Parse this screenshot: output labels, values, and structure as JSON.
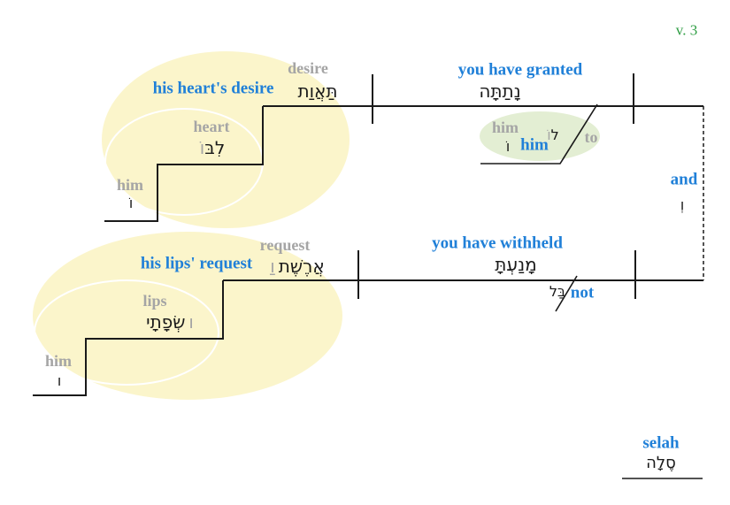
{
  "verse_ref": "v. 3",
  "colors": {
    "gloss_blue": "#2080d8",
    "verse_green": "#2f9e44",
    "word_gray": "#a5a5a5",
    "highlight_yellow": "#fbf5cb",
    "highlight_green": "#e3eed3",
    "line_black": "#1a1a1a"
  },
  "clause1": {
    "verb_gloss": "you have granted",
    "verb_hebrew": "נָתַתָּה",
    "subject_phrase_gloss": "his heart's desire",
    "head_gloss": "desire",
    "head_hebrew": "תַּאֲוַת",
    "genitive_gloss": "heart",
    "genitive_hebrew": "לִבּ",
    "genitive_suffix": "וֹ",
    "possessor_gloss": "him",
    "possessor_hebrew": "וֹ",
    "adjunct": {
      "surface_gloss": "him",
      "prep_hebrew": "ל",
      "prep_suffix": "וֹ",
      "prep_gloss": "to",
      "object_hebrew": "וֹ",
      "object_gloss": "him"
    }
  },
  "conjunction": {
    "gloss": "and",
    "hebrew": "וְ"
  },
  "clause2": {
    "verb_gloss": "you have withheld",
    "verb_hebrew": "מָנַעְתָּ",
    "negation_hebrew": "בַּל",
    "negation_gloss": "not",
    "object_phrase_gloss": "his lips' request",
    "head_gloss": "request",
    "head_prefix": "וַ",
    "head_hebrew": "אֲרֶשֶׁת",
    "genitive_gloss": "lips",
    "genitive_hebrew": "שְׂפָתָי",
    "genitive_suffix": "ו",
    "possessor_gloss": "him",
    "possessor_hebrew": "ו"
  },
  "selah": {
    "gloss": "selah",
    "hebrew": "סֶלָה"
  }
}
